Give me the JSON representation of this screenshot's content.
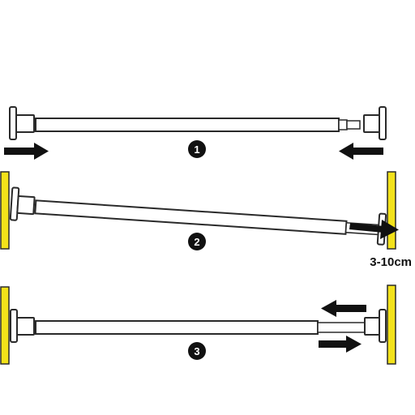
{
  "colors": {
    "wall": "#f3e21a",
    "outline": "#2a2a2a",
    "rod_fill": "#ffffff",
    "arrow": "#111111",
    "badge": "#111111"
  },
  "steps": [
    {
      "number": "1"
    },
    {
      "number": "2",
      "measurement": "3-10cm"
    },
    {
      "number": "3"
    }
  ]
}
